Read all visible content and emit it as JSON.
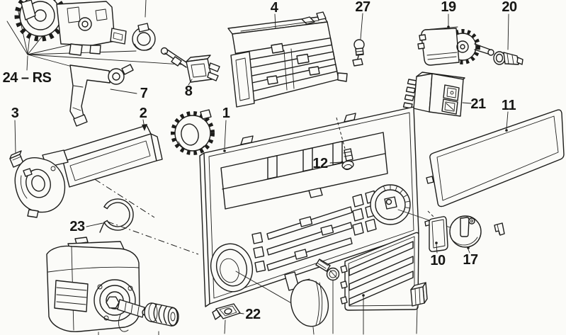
{
  "canvas": {
    "paper_color": "#fbfbf8",
    "ink_color": "#1d1d1b"
  },
  "callouts": {
    "c1": {
      "label": "1"
    },
    "c2": {
      "label": "2"
    },
    "c3": {
      "label": "3"
    },
    "c4": {
      "label": "4"
    },
    "c7": {
      "label": "7"
    },
    "c8": {
      "label": "8"
    },
    "c10": {
      "label": "10"
    },
    "c11": {
      "label": "11"
    },
    "c12": {
      "label": "12"
    },
    "c17": {
      "label": "17"
    },
    "c19": {
      "label": "19"
    },
    "c20": {
      "label": "20"
    },
    "c21": {
      "label": "21"
    },
    "c22": {
      "label": "22"
    },
    "c23": {
      "label": "23"
    },
    "c27": {
      "label": "27"
    },
    "c24rs": {
      "label": "24 – RS"
    }
  }
}
